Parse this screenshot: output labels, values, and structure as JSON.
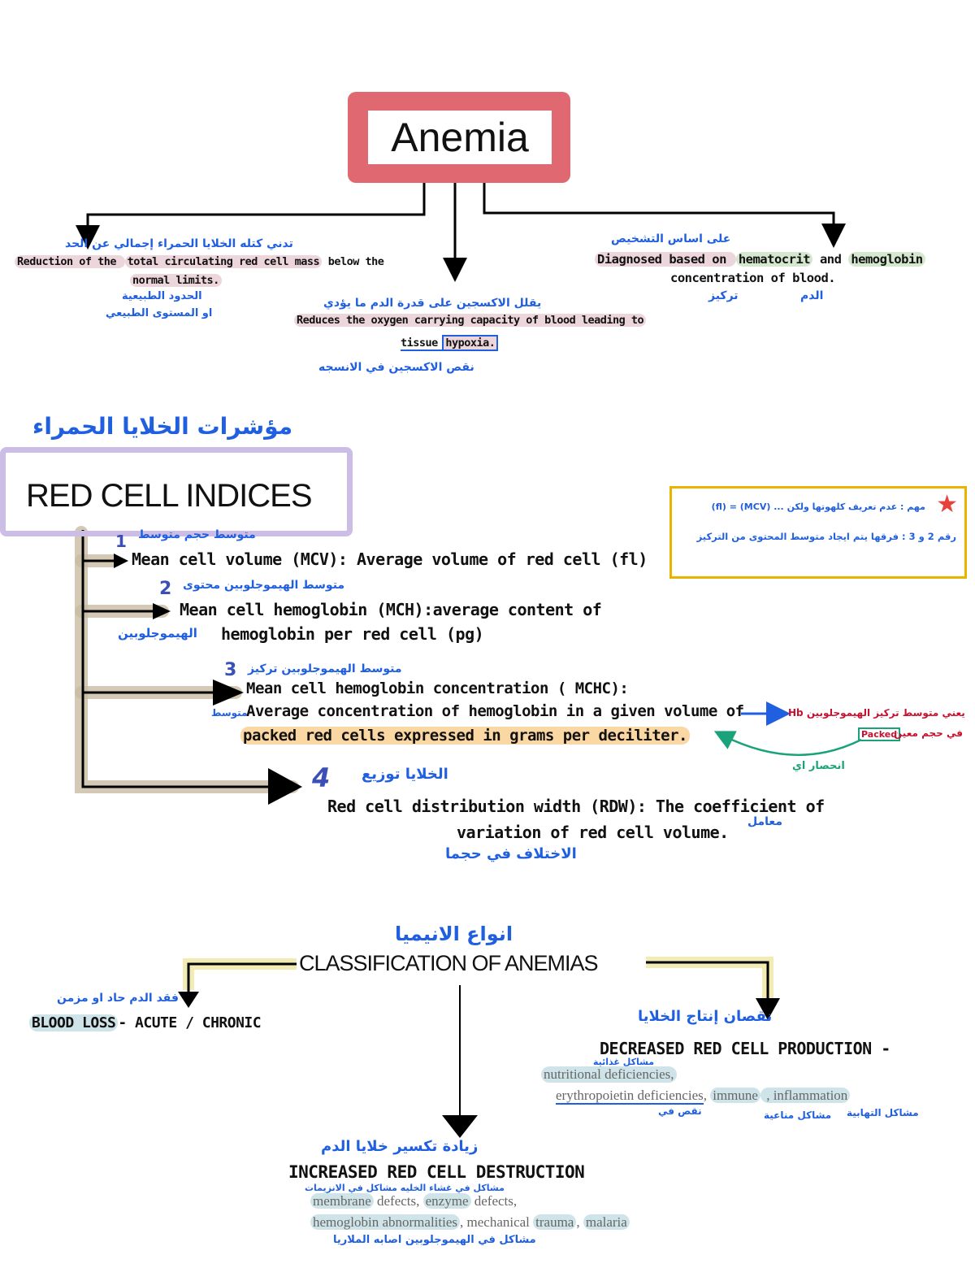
{
  "title": "Anemia",
  "definitions": {
    "left": {
      "text_parts": [
        "Reduction of the ",
        "total circulating red cell mass",
        " below the"
      ],
      "line2": "normal limits.",
      "arabic_top": "تدني  كتله الخلايا الحمراء  إجمالي  عن  الحد",
      "arabic_bottom_1": "الحدود الطبيعية",
      "arabic_bottom_2": "او المستوى الطبيعي"
    },
    "center": {
      "line1": "Reduces the oxygen carrying capacity of blood leading to",
      "line2_a": "tissue ",
      "line2_b": "hypoxia.",
      "arabic_top": "يقلل  الاكسجين  على  قدرة  الدم  ما يؤدي",
      "arabic_bottom": "نقص الاكسجين في الانسجه"
    },
    "right": {
      "line1_a": "Diagnosed based on ",
      "line1_b": "hematocrit",
      "line1_c": " and ",
      "line1_d": "hemoglobin",
      "line2": "concentration of blood.",
      "arabic_top": "على اساس  التشخيص",
      "arabic_bottom_1": "تركيز",
      "arabic_bottom_2": "الدم"
    }
  },
  "indices": {
    "heading": "RED CELL INDICES",
    "arabic_heading": "مؤشرات  الخلايا الحمراء",
    "items": [
      {
        "num": "1",
        "text": "Mean cell volume (MCV): Average volume of red cell (fl)",
        "arabic": "متوسط  حجم  متوسط"
      },
      {
        "num": "2",
        "line1": "Mean cell hemoglobin (MCH):average content of",
        "line2": "hemoglobin per red cell (pg)",
        "arabic": "متوسط  الهيموجلوبين  محتوى",
        "arabic_side": "الهيموجلوبين"
      },
      {
        "num": "3",
        "line1": "Mean cell hemoglobin concentration ( MCHC):",
        "line2": "Average concentration of hemoglobin in a given volume of",
        "line3": "packed red cells expressed in grams per deciliter.",
        "arabic": "متوسط  الهيموجلوبين  تركيز",
        "arabic_side": "متوسط"
      },
      {
        "num": "4",
        "line1": "Red cell distribution width (RDW): The coefficient of",
        "line2": "variation of red cell volume.",
        "arabic": "الخلايا  توزيع",
        "arabic_bottom": "الاختلاف  في  حجما",
        "arabic_side": "معامل"
      }
    ],
    "note": {
      "line1": "مهم : عدم تعريف كلهوتها ولكن ...  (MCV) = (fl)",
      "line2": "رقم 2 و 3 : فرقها يتم ايجاد متوسط المحتوى من التركيز"
    },
    "side_note": {
      "line1": "يعني متوسط تركيز الهيموجلوبين Hb",
      "line2": "في حجم معين",
      "boxed": "Packed",
      "arabic_below": "انحصار اي"
    }
  },
  "classification": {
    "heading": "CLASSIFICATION OF ANEMIAS",
    "arabic_heading": "انواع  الانيميا",
    "blood_loss": {
      "label_a": "BLOOD LOSS",
      "label_b": "- ACUTE / CHRONIC",
      "arabic": "فقد الدم  حاد  او  مزمن"
    },
    "decreased": {
      "label": "DECREASED RED CELL PRODUCTION -",
      "detail1": "nutritional deficiencies,",
      "detail2_a": "erythropoietin deficiencies",
      "detail2_b": ", ",
      "detail2_c": "immune",
      "detail2_d": "  , inflammation",
      "arabic_top": "نقصان  إنتاج  الخلايا",
      "arabic_mid": "مشاكل  غذائية",
      "arabic_bottom_1": "نقص في",
      "arabic_bottom_2": "مشاكل مناعية",
      "arabic_bottom_3": "مشاكل التهابية"
    },
    "increased": {
      "label": "INCREASED RED CELL DESTRUCTION",
      "detail1_a": "membrane",
      "detail1_b": " defects, ",
      "detail1_c": "enzyme",
      "detail1_d": " defects,",
      "detail2_a": "hemoglobin abnormalities",
      "detail2_b": ", mechanical ",
      "detail2_c": "trauma",
      "detail2_d": ", ",
      "detail2_e": "malaria",
      "arabic_top": "زيادة  تكسير  خلايا  الدم",
      "arabic_mid": "مشاكل في غشاء الخليه  مشاكل في الانزيمات",
      "arabic_bottom": "مشاكل في الهيموجلوبين  اصابه  الملاريا"
    }
  }
}
